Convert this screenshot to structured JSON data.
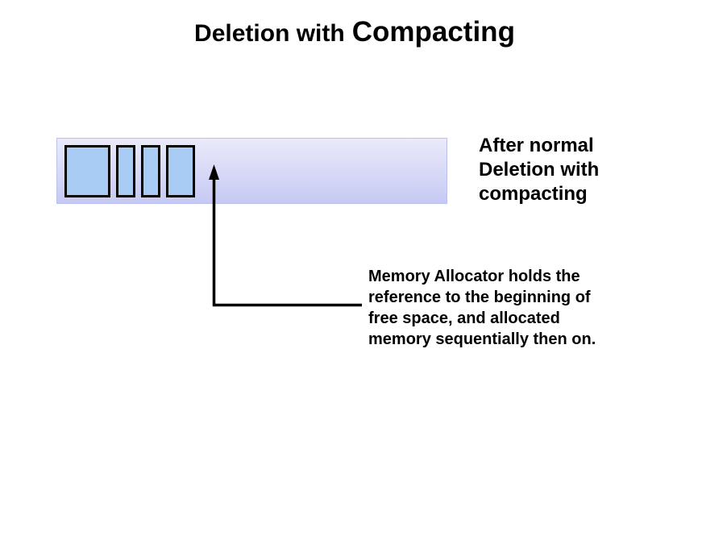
{
  "slide": {
    "title": {
      "prefix": "Deletion with",
      "emphasis": "Compacting"
    },
    "bar_label": "After normal\nDeletion with\ncompacting",
    "callout_text": "Memory Allocator holds the\nreference to the beginning of\nfree space, and allocated\nmemory sequentially then on.",
    "memory_bar": {
      "description": "memory region after compaction",
      "block_count": 4,
      "blocks": [
        {
          "width": 57
        },
        {
          "width": 24
        },
        {
          "width": 24
        },
        {
          "width": 36
        }
      ]
    },
    "colors": {
      "block_fill": "#a8ccf4",
      "block_border": "#000000",
      "bar_gradient_top": "#eaeafb",
      "bar_gradient_bottom": "#c6caf3",
      "arrow": "#000000",
      "text": "#000000"
    }
  }
}
